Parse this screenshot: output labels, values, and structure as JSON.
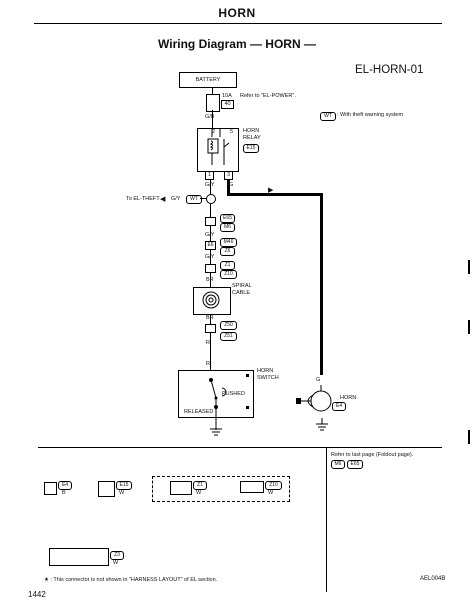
{
  "header": {
    "section": "HORN"
  },
  "diagram": {
    "title": "Wiring Diagram — HORN —",
    "code": "EL-HORN-01",
    "battery_label": "BATTERY",
    "fuse_amp": "10A",
    "fuse_no": "40",
    "power_ref": "Refer to \"EL-POWER\".",
    "legend_tag": "WT",
    "legend_text": ": With theft warning system",
    "wire_gb": "G/B",
    "relay_label_1": "HORN",
    "relay_label_2": "RELAY",
    "relay_conn": "E15",
    "relay_pin_1": "1",
    "relay_pin_2": "2",
    "relay_pin_3": "3",
    "relay_pin_5": "5",
    "wire_gy": "G/Y",
    "wire_g": "G",
    "theft_ref": "To EL-THEFT",
    "theft_wire": "G/Y",
    "theft_tag": "WT",
    "conn_e65": "E65",
    "conn_m6": "M6",
    "pin_e6": "E6",
    "conn_m46": "M46",
    "conn_z6": "Z6",
    "conn_z1": "Z1",
    "conn_z10": "Z10",
    "wire_br": "BR",
    "spiral_1": "SPIRAL",
    "spiral_2": "CABLE",
    "conn_z50": "Z50",
    "conn_z51": "Z51",
    "wire_r": "R",
    "switch_1": "HORN",
    "switch_2": "SWITCH",
    "pushed": "PUSHED",
    "released": "RELEASED",
    "horn_label": "HORN",
    "horn_conn": "E4",
    "wire_g2": "G"
  },
  "connectors": {
    "foldout_ref": "Refer to last page (Foldout page).",
    "ref_1": "M6",
    "ref_2": "E65",
    "e4": "E4",
    "e4_color": "B",
    "e15": "E15",
    "e15_color": "W",
    "z1": "Z1",
    "z1_color": "W",
    "z10": "Z10",
    "z10_color": "W",
    "z3": "Z3",
    "z3_color": "W",
    "footnote": "★ : This connector is not shown in \"HARNESS LAYOUT\" of EL section.",
    "drawing_no": "AEL004B"
  },
  "page_number": "1442"
}
